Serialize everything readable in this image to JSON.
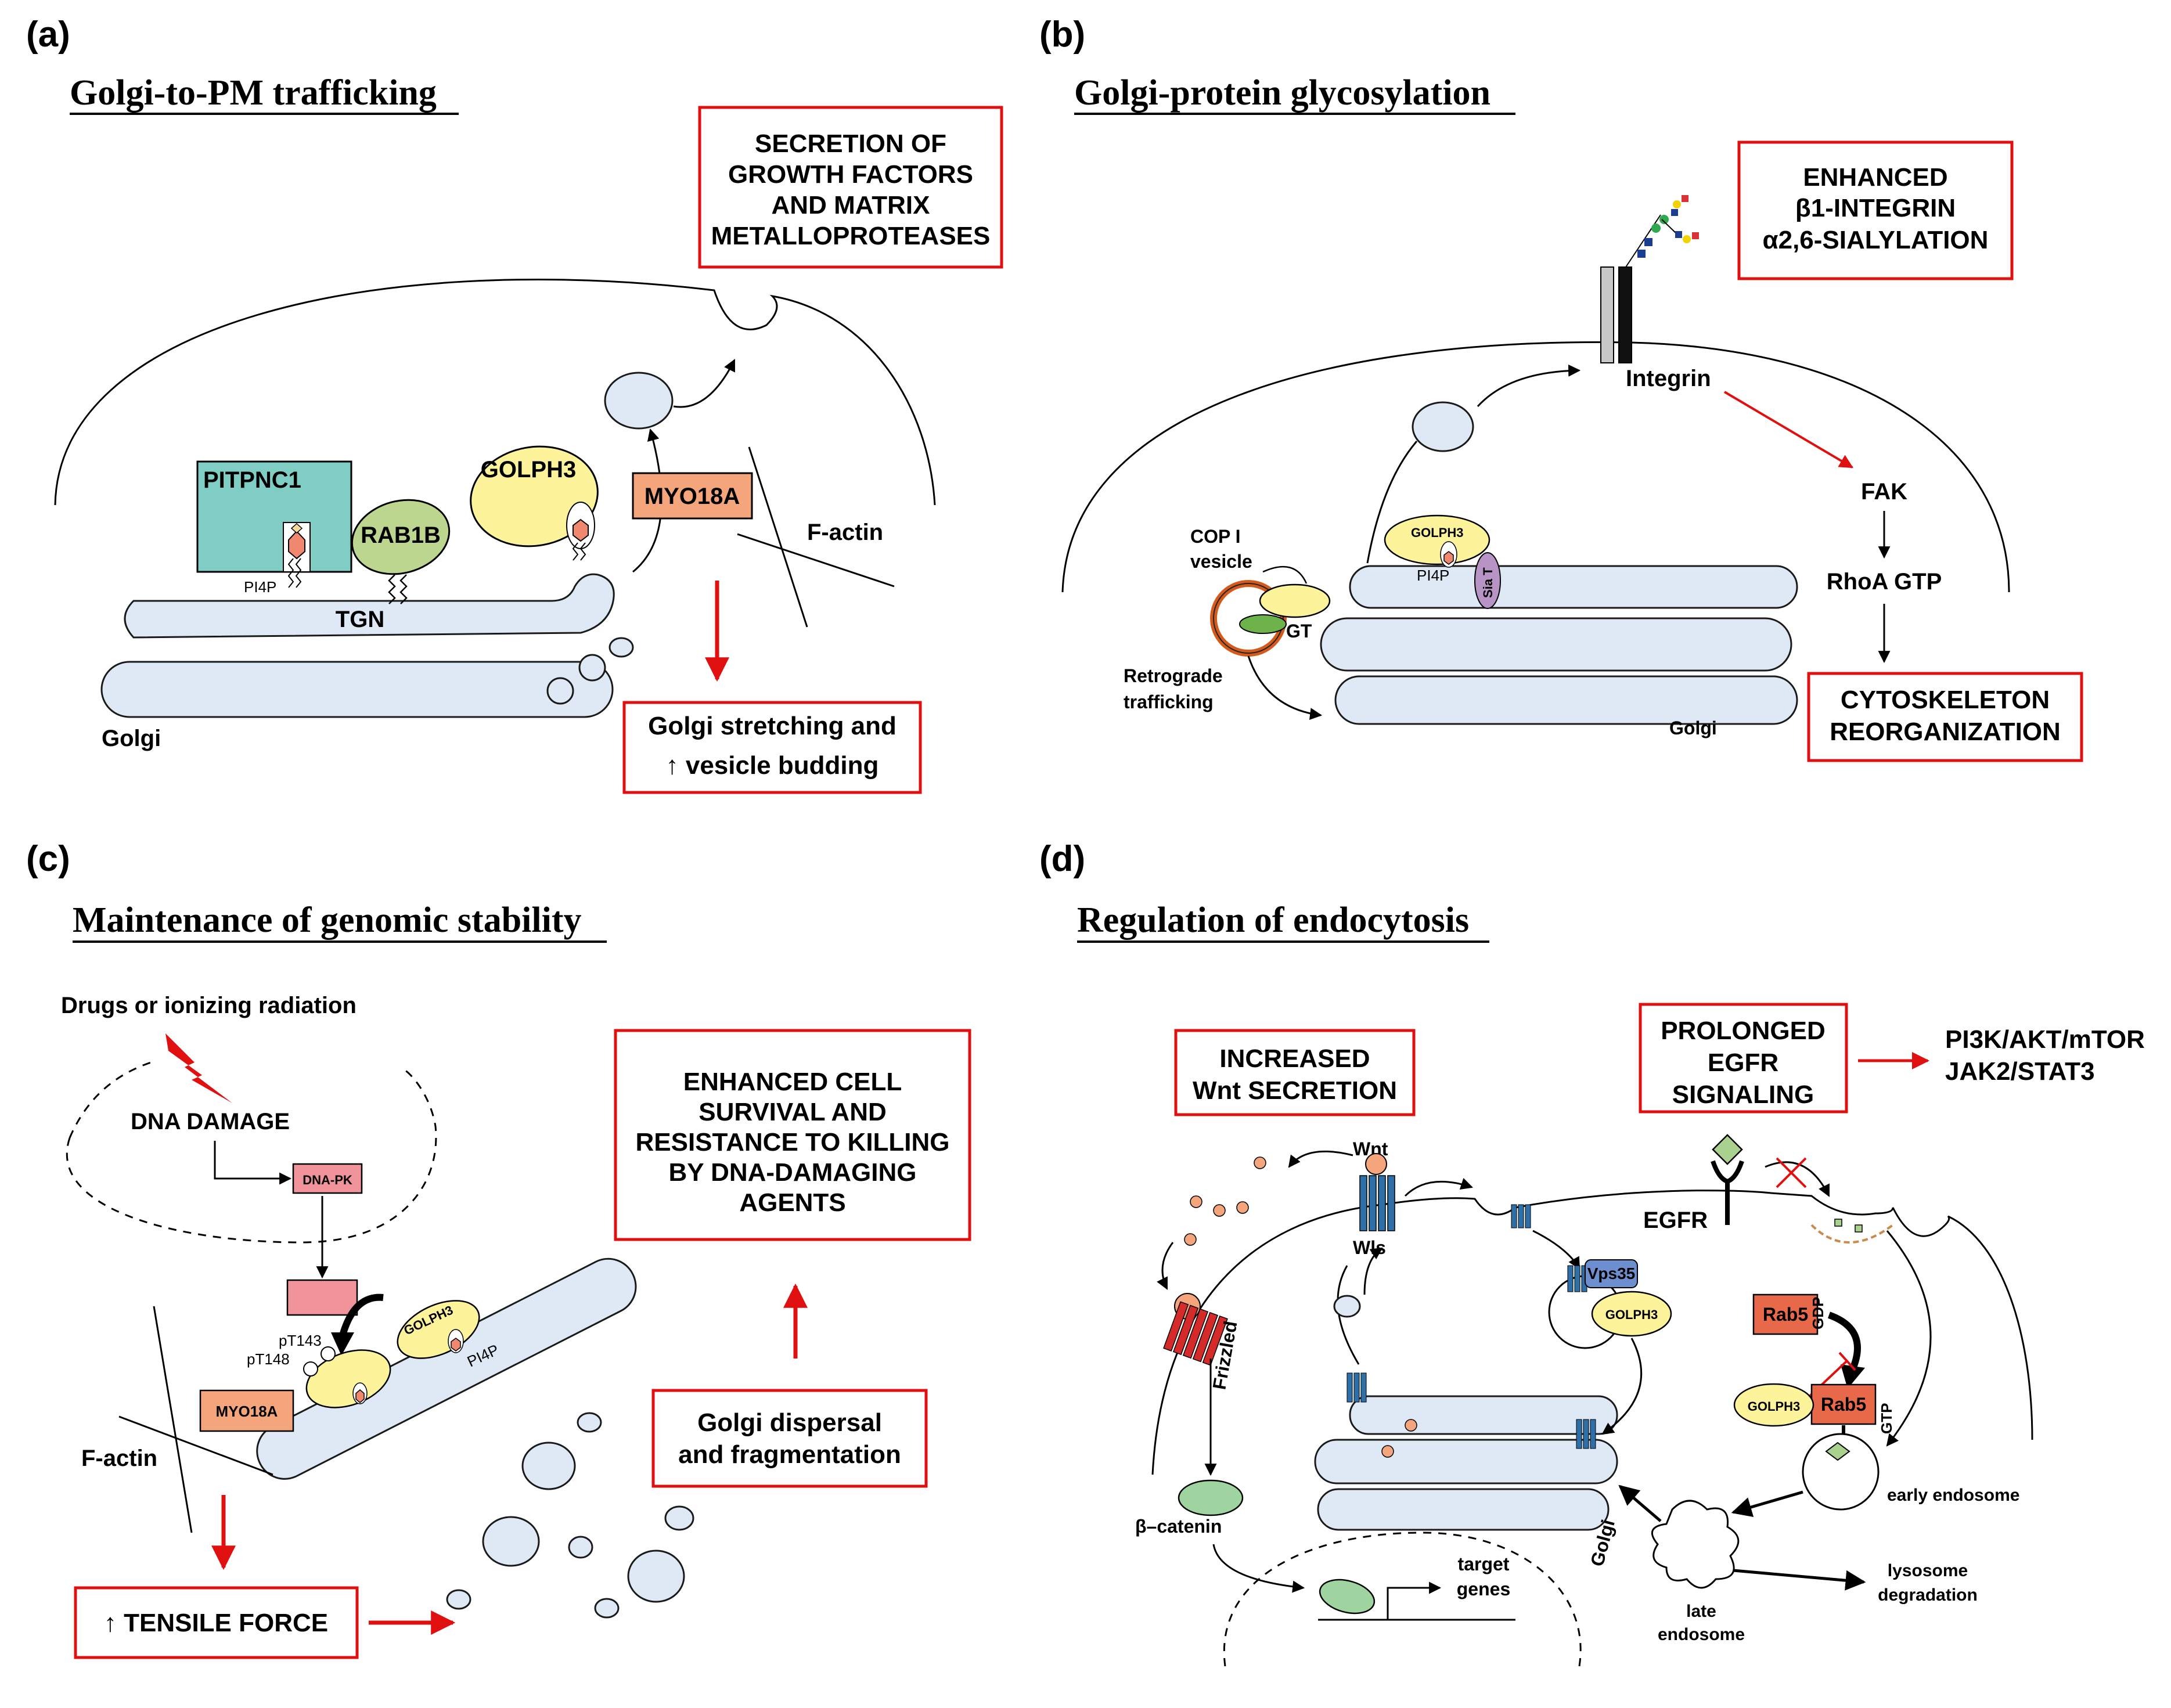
{
  "panels": {
    "a": {
      "label": "(a)",
      "title": "Golgi-to-PM trafficking",
      "outcome_box": [
        "SECRETION OF",
        "GROWTH FACTORS",
        "AND MATRIX",
        "METALLOPROTEASES"
      ],
      "effect_box": [
        "Golgi stretching and",
        "↑ vesicle budding"
      ],
      "labels": {
        "pitpnc1": "PITPNC1",
        "rab1b": "RAB1B",
        "golph3": "GOLPH3",
        "myo18a": "MYO18A",
        "pi4p": "PI4P",
        "tgn": "TGN",
        "golgi": "Golgi",
        "factin": "F-actin"
      }
    },
    "b": {
      "label": "(b)",
      "title": "Golgi-protein glycosylation",
      "outcome_box": [
        "ENHANCED",
        "β1-INTEGRIN",
        "α2,6-SIALYLATION"
      ],
      "effect_box": [
        "CYTOSKELETON",
        "REORGANIZATION"
      ],
      "labels": {
        "integrin": "Integrin",
        "fak": "FAK",
        "rhoa": "RhoA GTP",
        "copi_1": "COP I",
        "copi_2": "vesicle",
        "golph3": "GOLPH3",
        "pi4p": "PI4P",
        "siat": "Sia T",
        "gt": "GT",
        "retro_1": "Retrograde",
        "retro_2": "trafficking",
        "golgi": "Golgi"
      }
    },
    "c": {
      "label": "(c)",
      "title": "Maintenance of genomic stability",
      "outcome_box": [
        "ENHANCED CELL",
        "SURVIVAL AND",
        "RESISTANCE TO KILLING",
        "BY DNA-DAMAGING",
        "AGENTS"
      ],
      "effect_box": [
        "Golgi dispersal",
        "and fragmentation"
      ],
      "tensile_box": "↑ TENSILE FORCE",
      "labels": {
        "drugs": "Drugs or ionizing radiation",
        "dna_damage": "DNA DAMAGE",
        "dnapk": "DNA-PK",
        "pt143": "pT143",
        "pt148": "pT148",
        "golph3": "GOLPH3",
        "pi4p": "PI4P",
        "myo18a": "MYO18A",
        "factin": "F-actin"
      }
    },
    "d": {
      "label": "(d)",
      "title": "Regulation of endocytosis",
      "wnt_box": [
        "INCREASED",
        "Wnt SECRETION"
      ],
      "egfr_box": [
        "PROLONGED",
        "EGFR",
        "SIGNALING"
      ],
      "pathways": [
        "PI3K/AKT/mTOR",
        "JAK2/STAT3"
      ],
      "labels": {
        "wnt": "Wnt",
        "wls": "Wls",
        "frizzled": "Frizzled",
        "vps35": "Vps35",
        "golph3": "GOLPH3",
        "egfr": "EGFR",
        "rab5": "Rab5",
        "gdp": "GDP",
        "gtp": "GTP",
        "early_endosome": "early endosome",
        "late_1": "late",
        "late_2": "endosome",
        "lyso_1": "lysosome",
        "lyso_2": "degradation",
        "bcatenin": "β–catenin",
        "target_1": "target",
        "target_2": "genes",
        "golgi": "Golgi"
      }
    }
  },
  "colors": {
    "golgi_fill": "#dfe9f5",
    "box_red": "#e01010",
    "pitpnc1": "#7fcdc4",
    "rab1b": "#bcd68f",
    "golph3": "#fdf39a",
    "myo18a": "#f4a57c",
    "dnapk": "#f0939a",
    "rab5": "#e8684a",
    "siat": "#b893c6",
    "receptor_blue": "#2e6fa8",
    "frizzled_red": "#d42a2a",
    "bcatenin": "#9fd39f"
  }
}
